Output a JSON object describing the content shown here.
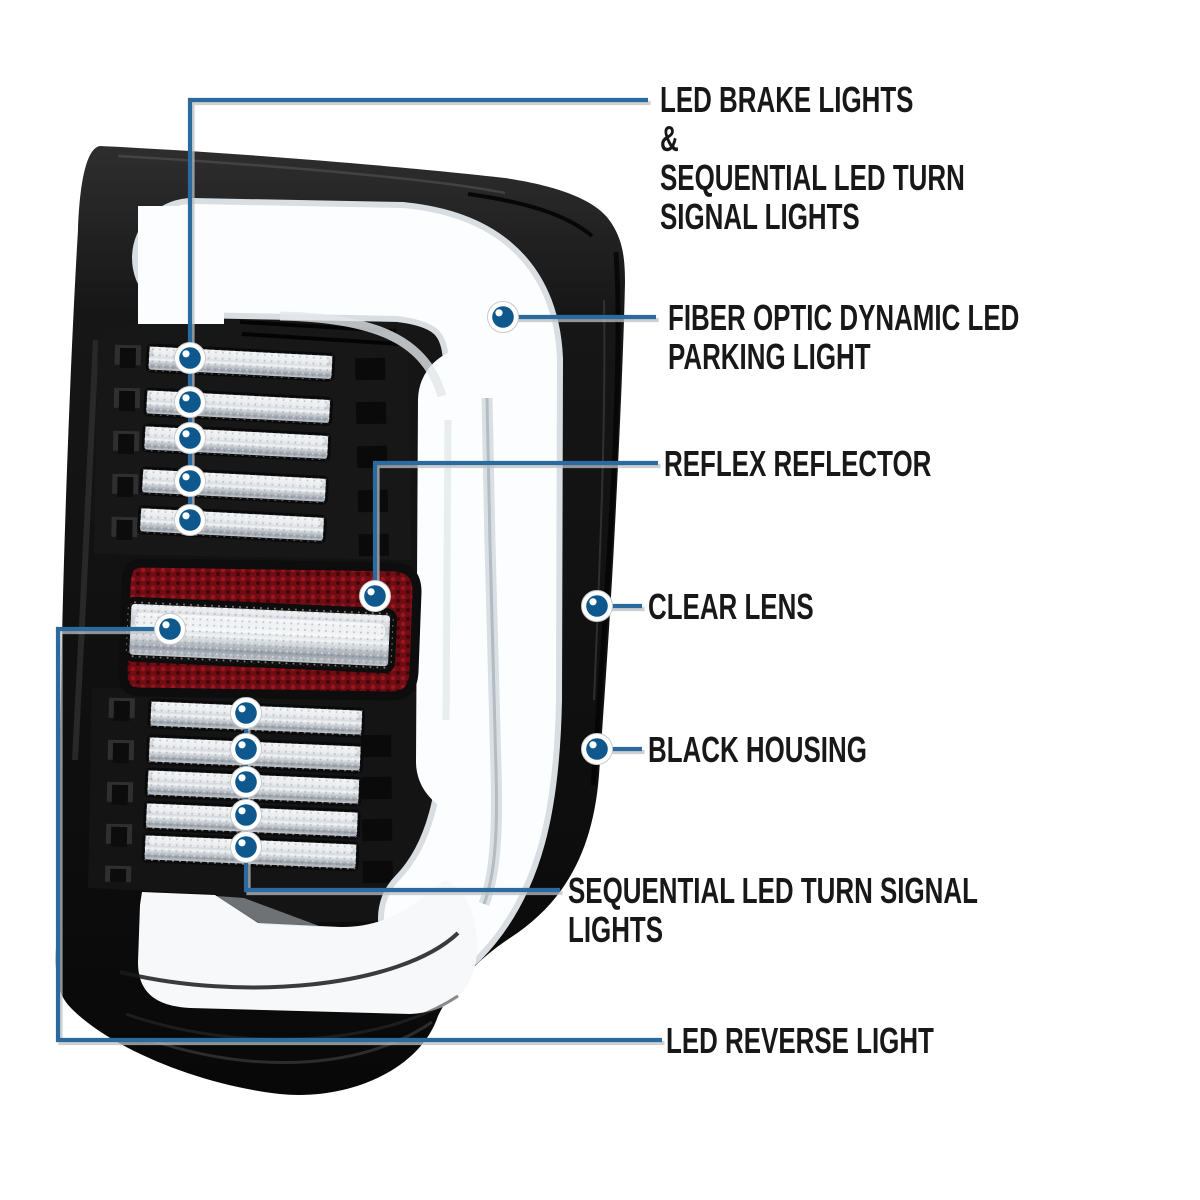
{
  "page": {
    "background": "#ffffff",
    "type": "product-feature-callout-diagram"
  },
  "style": {
    "line_color": "#2b6a9e",
    "dot_color": "#0f588d",
    "dot_ring_color": "#ffffff",
    "shadow_color": "#bdc0c3",
    "label_color": "#181818"
  },
  "product": {
    "subject": "LED tail light assembly with black housing, clear lens and white C-shaped LED light bar",
    "upper_led_bar_count": 5,
    "lower_led_bar_count": 5
  },
  "callouts": [
    {
      "id": "brake-and-turn",
      "label": "LED BRAKE LIGHTS\n&\nSEQUENTIAL LED TURN SIGNAL LIGHTS",
      "marker_count": 5
    },
    {
      "id": "parking-light",
      "label": "FIBER OPTIC DYNAMIC LED PARKING LIGHT",
      "marker_count": 1
    },
    {
      "id": "reflex-reflector",
      "label": "REFLEX REFLECTOR",
      "marker_count": 1
    },
    {
      "id": "clear-lens",
      "label": "CLEAR LENS",
      "marker_count": 1
    },
    {
      "id": "black-housing",
      "label": "BLACK HOUSING",
      "marker_count": 1
    },
    {
      "id": "sequential-turn",
      "label": "SEQUENTIAL LED TURN SIGNAL LIGHTS",
      "marker_count": 5
    },
    {
      "id": "reverse-light",
      "label": "LED REVERSE LIGHT",
      "marker_count": 1
    }
  ]
}
